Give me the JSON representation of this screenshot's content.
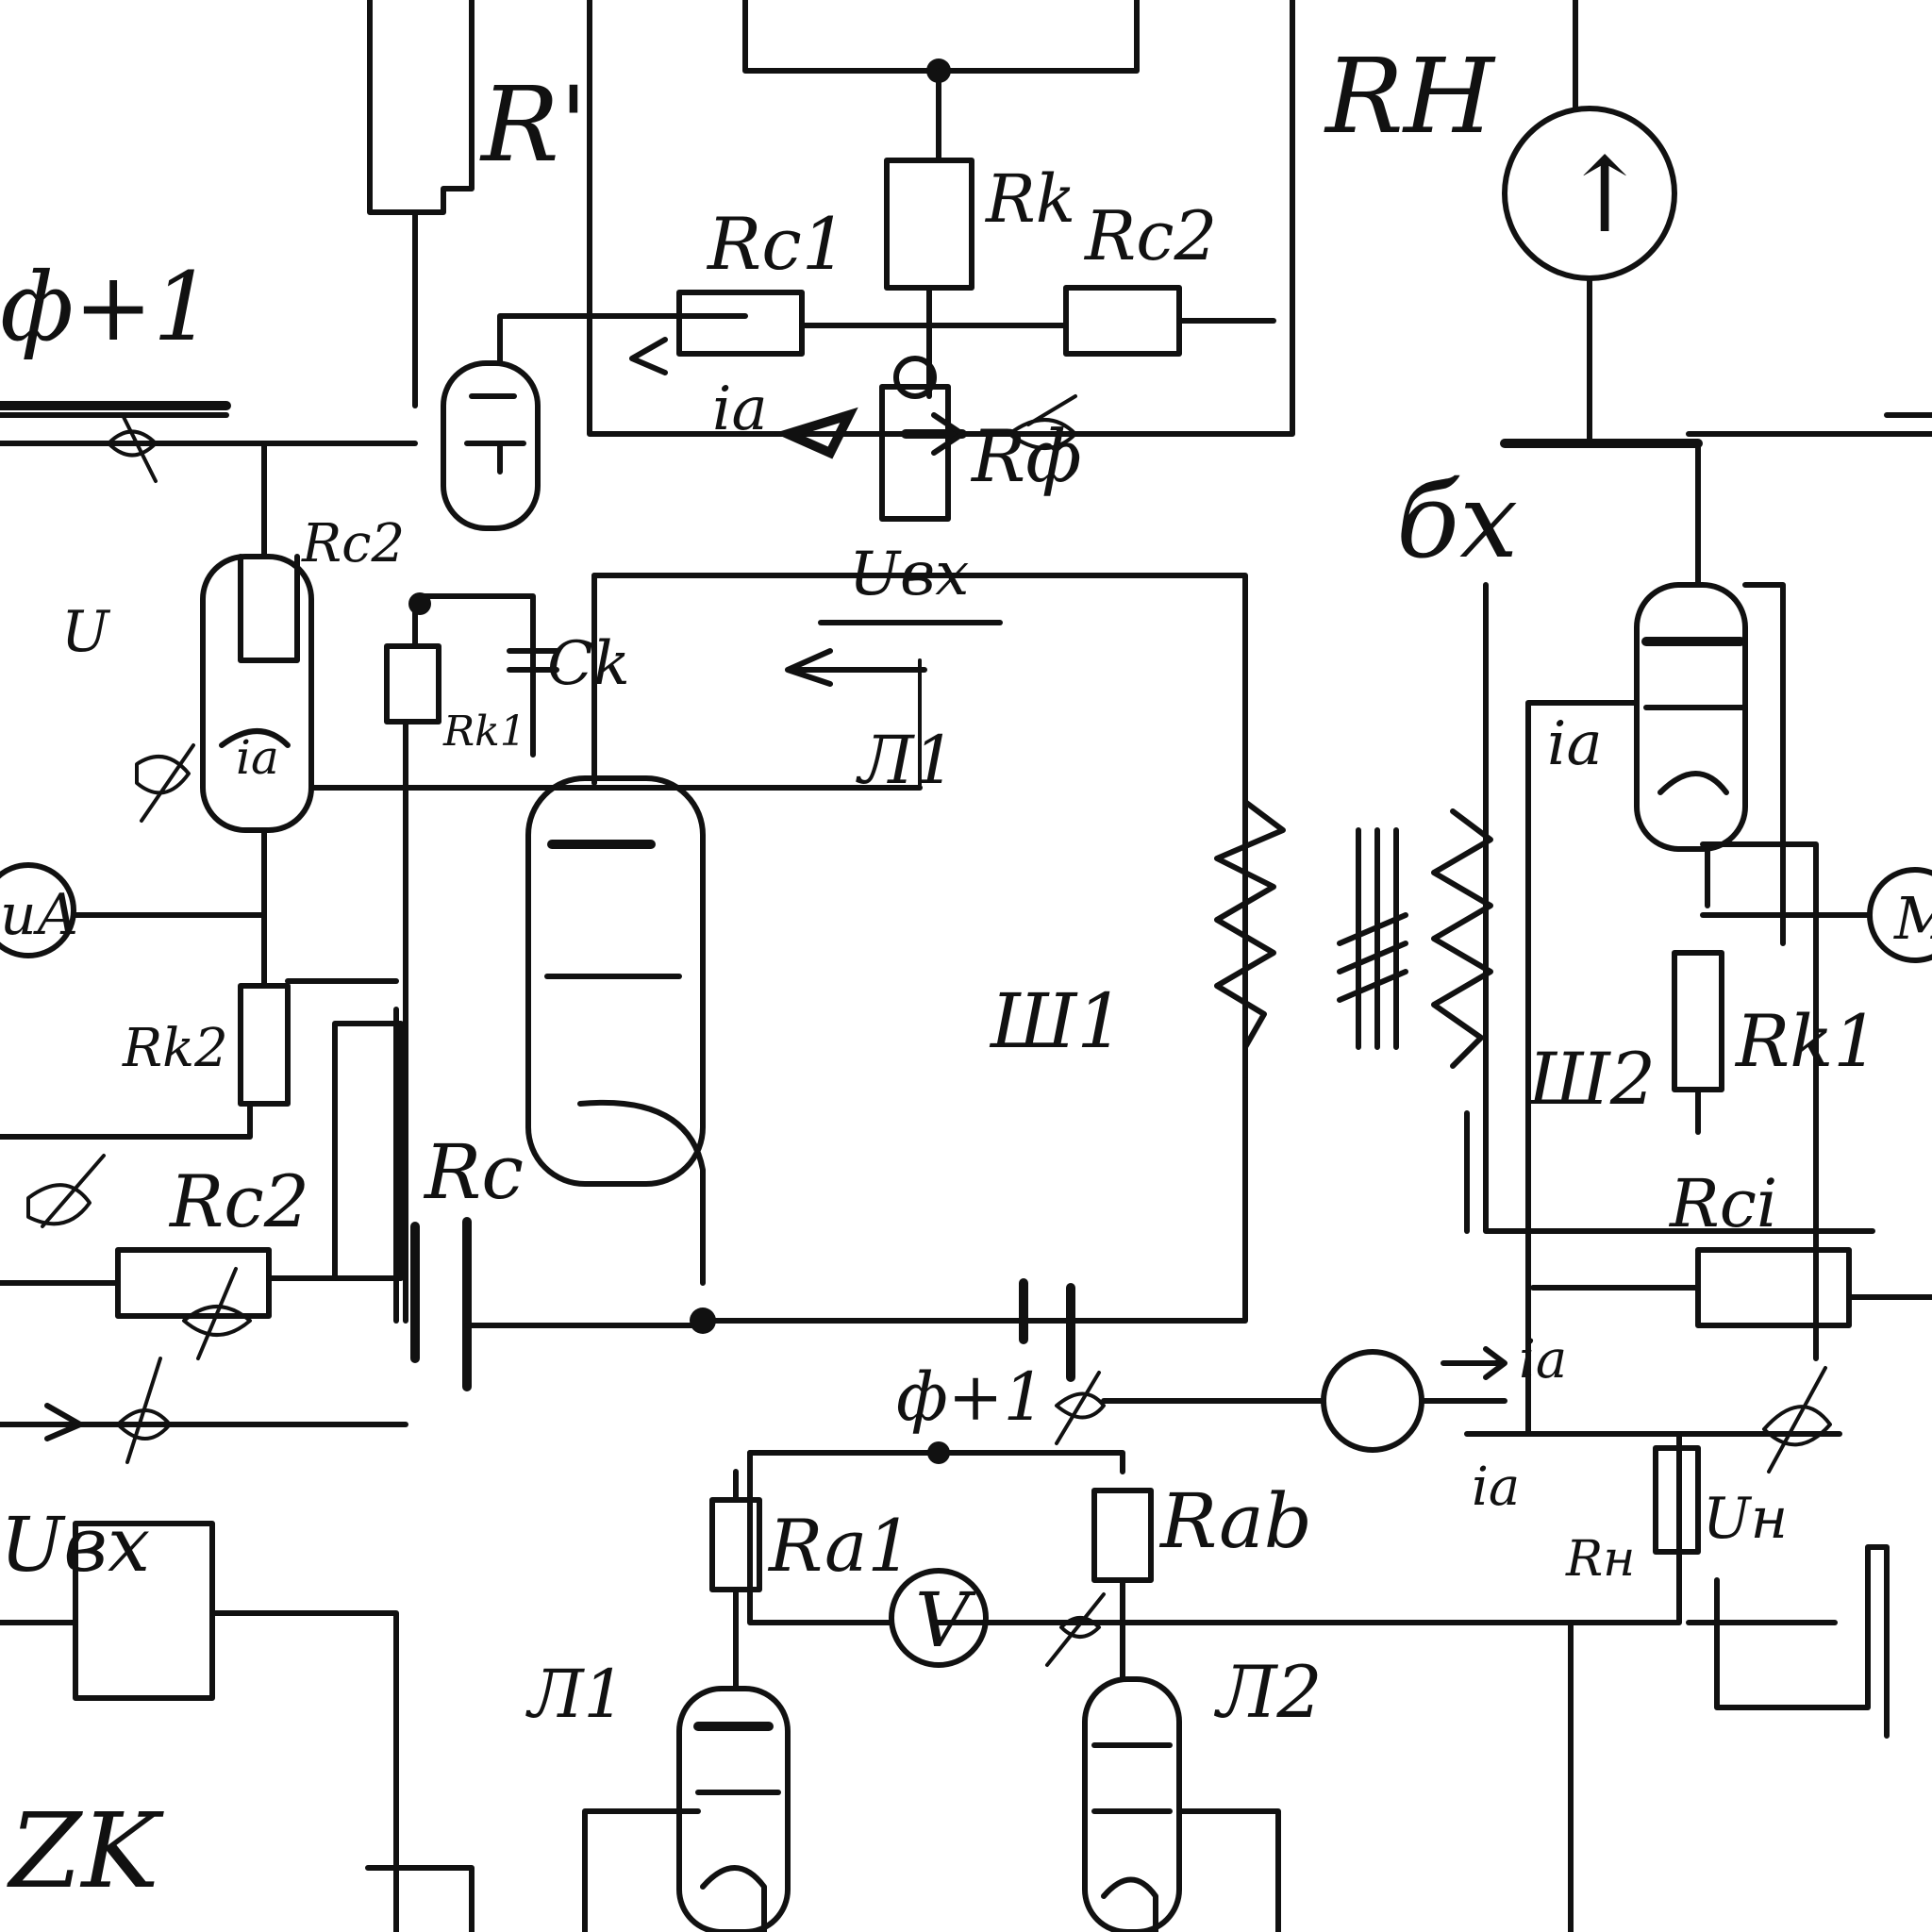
{
  "labels": {
    "r_prime": "R'",
    "rh_top": "RH",
    "rc1": "Rc1",
    "rk_top": "Rk",
    "rc2_top": "Rc2",
    "ia_top": "ia",
    "r_phi": "Rф",
    "uvx_top": "Uвх",
    "l1_under": "Л1",
    "phi_plus_1_left": "ф+1",
    "rc2_left": "Rc2",
    "u_left": "U",
    "ck": "Ck",
    "rk1_left": "Rk1",
    "ia_left": "ia",
    "rk2": "Rk2",
    "rc2_low": "Rc2",
    "rc": "Rc",
    "uvx_left": "Uвх",
    "zk": "ZK",
    "w1": "Ш1",
    "w2": "Ш2",
    "bx_right": "бх",
    "ia_right": "ia",
    "rk1_right": "Rk1",
    "rci_right": "Rci",
    "ia_arrow": "ia",
    "ia_lower": "ia",
    "rh_lower": "Rн",
    "uh_lower": "Uн",
    "phi_plus_1_bottom": "ф+1",
    "ra1": "Ra1",
    "rab": "Rab",
    "l1_bottom": "Л1",
    "l2_bottom": "Л2",
    "ih_left": "иА",
    "m_right": "M"
  },
  "meters": {
    "ammeter_top_right": "↑",
    "voltmeter_bottom": "V",
    "ammeter_right": "M"
  }
}
